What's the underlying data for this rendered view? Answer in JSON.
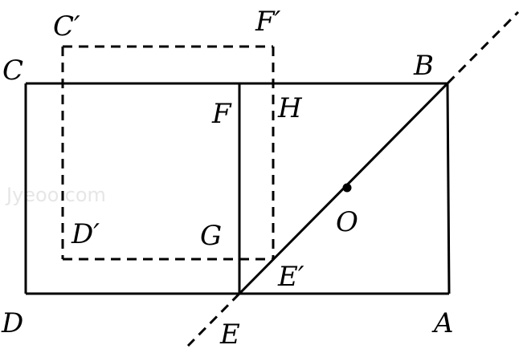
{
  "watermark": "Jyeoo.com",
  "labels": {
    "C_prime": "C′",
    "F_prime": "F′",
    "C": "C",
    "B": "B",
    "F": "F",
    "H": "H",
    "D_prime": "D′",
    "G": "G",
    "O": "O",
    "E_prime": "E′",
    "D": "D",
    "E": "E",
    "A": "A"
  },
  "colors": {
    "stroke": "#000000",
    "background": "#ffffff"
  }
}
